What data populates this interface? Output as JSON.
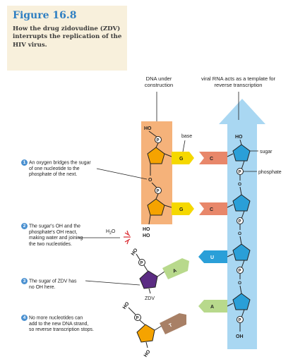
{
  "figure": {
    "title": "Figure 16.8",
    "caption": "How the drug zidovudine (ZDV) interrupts the replication of the HIV virus."
  },
  "headers": {
    "dna_under_construction": "DNA under construction",
    "viral_rna_template": "viral RNA acts as a template for reverse transcription"
  },
  "labels": {
    "base": "base",
    "sugar": "sugar",
    "phosphate": "phosphate",
    "ho": "HO",
    "oh": "OH",
    "o": "O",
    "p": "P",
    "water_h": "H",
    "water_sub": "2",
    "water_o": "O",
    "zdv": "ZDV"
  },
  "bases": {
    "dna_1": "G",
    "rna_1": "C",
    "dna_2": "G",
    "rna_2": "C",
    "zdv_base": "A",
    "rna_3": "U",
    "rna_4": "A",
    "blocked_base": "T"
  },
  "steps": [
    {
      "number": "1",
      "lines": [
        "An oxygen bridges the sugar",
        "of one nucleotide to the",
        "phosphate of the next."
      ]
    },
    {
      "number": "2",
      "lines": [
        "The sugar's OH and the",
        "phosphate's OH react,",
        "making water and joining",
        "the two nucleotides."
      ]
    },
    {
      "number": "3",
      "lines": [
        "The sugar of ZDV has",
        "no OH here."
      ]
    },
    {
      "number": "4",
      "lines": [
        "No more nucleotides can",
        "add to the new DNA strand,",
        "so reverse transcription stops."
      ]
    }
  ],
  "colors": {
    "rna_arrow": "#a9d7f2",
    "dna_box": "#f5b27a",
    "sugar_orange": "#f5a300",
    "sugar_blue": "#2a9fd8",
    "zdv_purple": "#5b2c83",
    "base_yellow": "#f5d800",
    "base_salmon": "#e8876a",
    "base_green": "#b8d98c",
    "base_blue": "#2a9fd8",
    "base_brown": "#a88066",
    "spark_red": "#d9262c",
    "step_number_blue": "#4a90d0",
    "caption_bg": "#f8f0dc",
    "title_blue": "#2f7fc2"
  }
}
